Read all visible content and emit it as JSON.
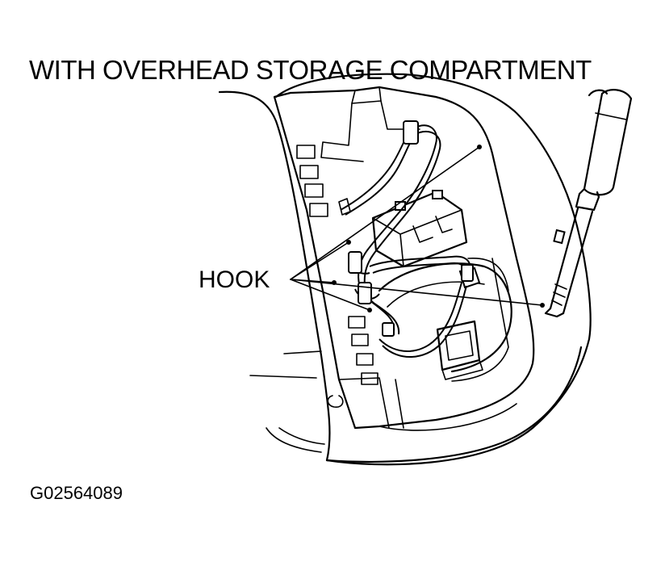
{
  "diagram": {
    "title": "WITH OVERHEAD STORAGE COMPARTMENT",
    "callout_label": "HOOK",
    "figure_id": "G02564089",
    "stroke_color": "#000000",
    "background_color": "#ffffff"
  }
}
